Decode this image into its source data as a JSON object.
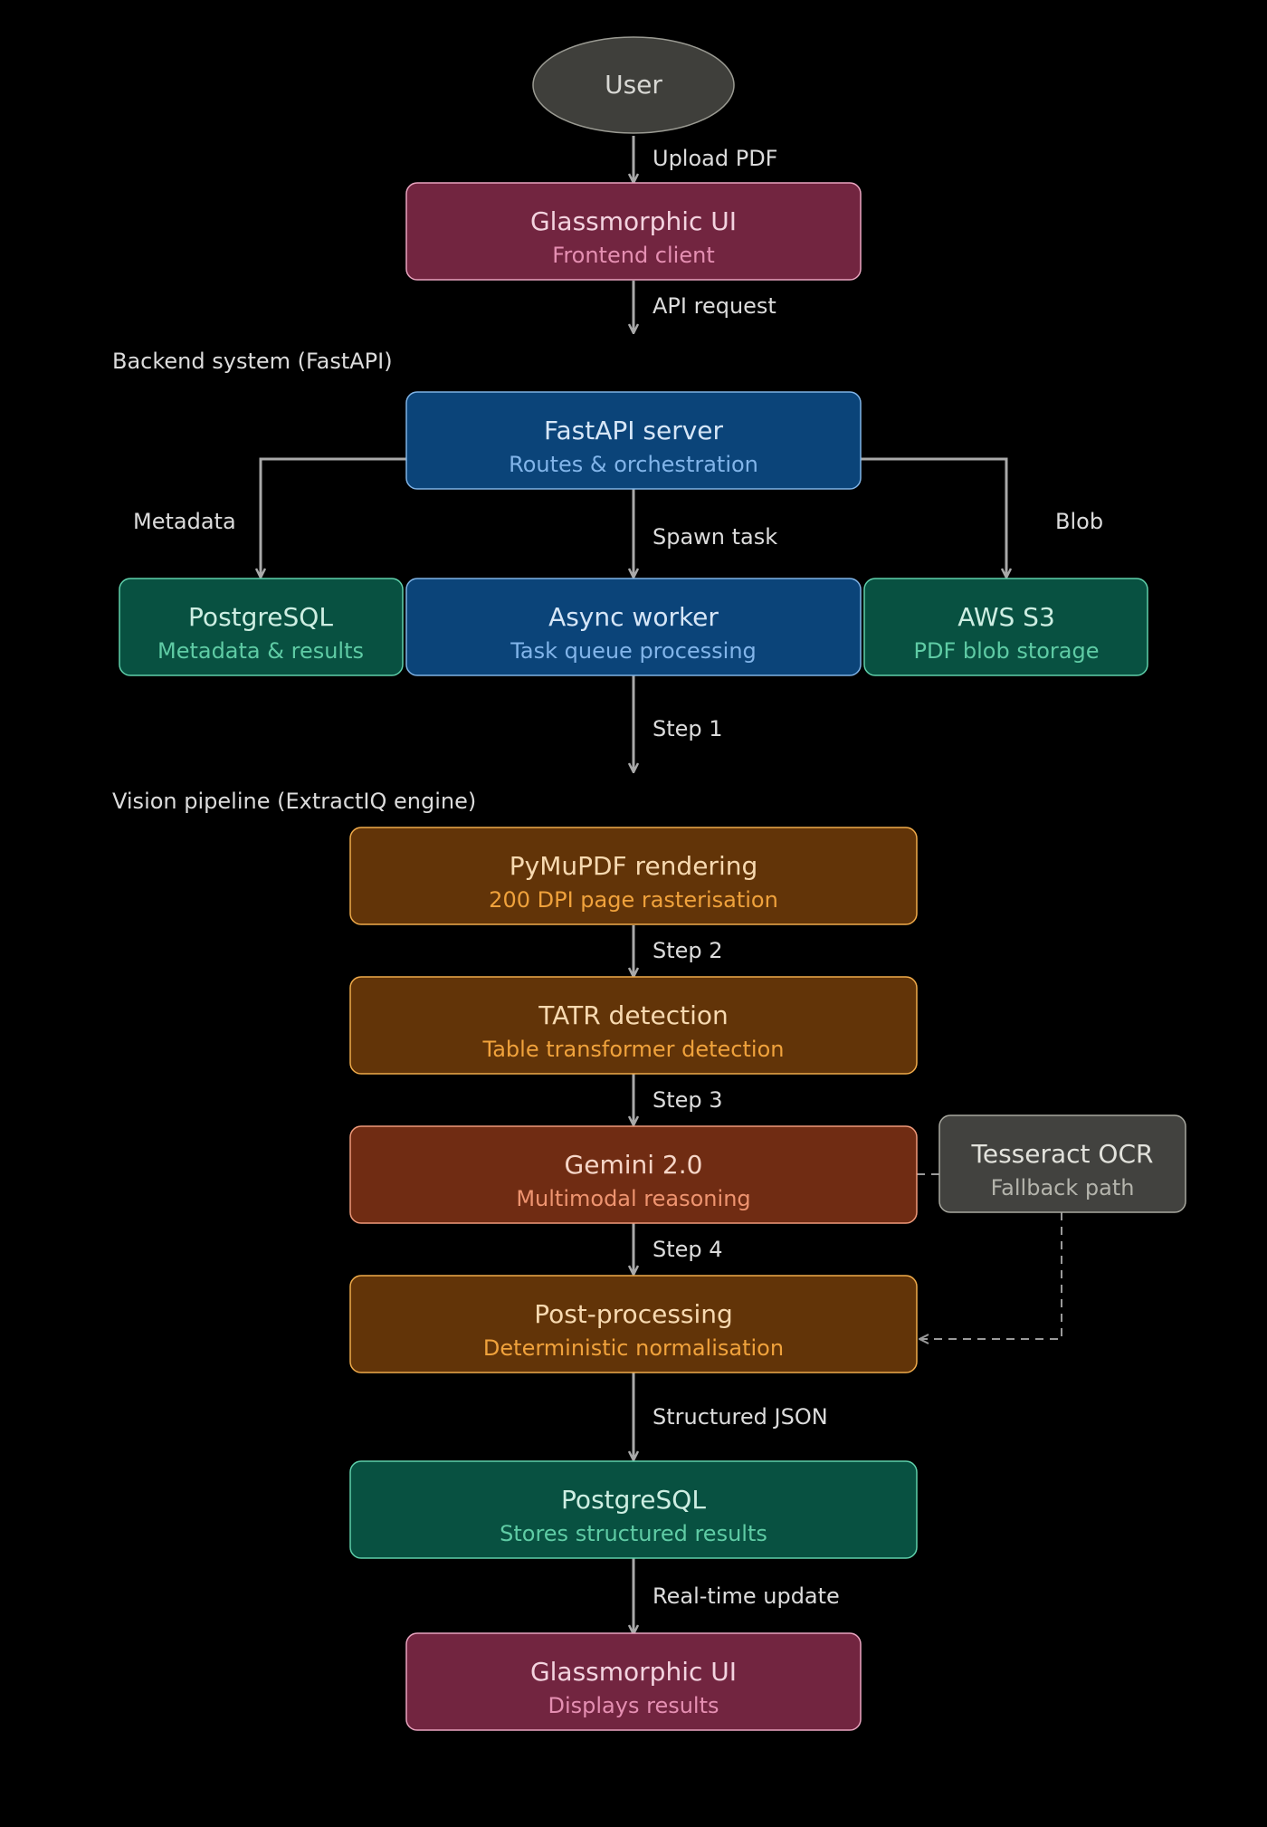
{
  "groups": {
    "backend": "Backend system (FastAPI)",
    "vision": "Vision pipeline (ExtractIQ engine)"
  },
  "nodes": {
    "user": {
      "title": "User",
      "color": "#3f3f3b"
    },
    "ui_frontend": {
      "title": "Glassmorphic UI",
      "subtitle": "Frontend client",
      "color": "#722540"
    },
    "fastapi_server": {
      "title": "FastAPI server",
      "subtitle": "Routes & orchestration",
      "color": "#0b4479"
    },
    "postgres_meta": {
      "title": "PostgreSQL",
      "subtitle": "Metadata & results",
      "color": "#085141"
    },
    "async_worker": {
      "title": "Async worker",
      "subtitle": "Task queue processing",
      "color": "#0b4479"
    },
    "aws_s3": {
      "title": "AWS S3",
      "subtitle": "PDF blob storage",
      "color": "#085141"
    },
    "pymupdf": {
      "title": "PyMuPDF rendering",
      "subtitle": "200 DPI page rasterisation",
      "color": "#623408"
    },
    "tatr": {
      "title": "TATR detection",
      "subtitle": "Table transformer detection",
      "color": "#623408"
    },
    "gemini": {
      "title": "Gemini 2.0",
      "subtitle": "Multimodal reasoning",
      "color": "#702c13"
    },
    "tesseract": {
      "title": "Tesseract OCR",
      "subtitle": "Fallback path",
      "color": "#42423f"
    },
    "postprocessing": {
      "title": "Post-processing",
      "subtitle": "Deterministic normalisation",
      "color": "#623408"
    },
    "postgres_results": {
      "title": "PostgreSQL",
      "subtitle": "Stores structured results",
      "color": "#085141"
    },
    "ui_results": {
      "title": "Glassmorphic UI",
      "subtitle": "Displays results",
      "color": "#722540"
    }
  },
  "edges": {
    "upload_pdf": "Upload PDF",
    "api_request": "API request",
    "metadata": "Metadata",
    "spawn_task": "Spawn task",
    "blob": "Blob",
    "step1": "Step 1",
    "step2": "Step 2",
    "step3": "Step 3",
    "step4": "Step 4",
    "structured_json": "Structured JSON",
    "realtime_update": "Real-time update"
  }
}
